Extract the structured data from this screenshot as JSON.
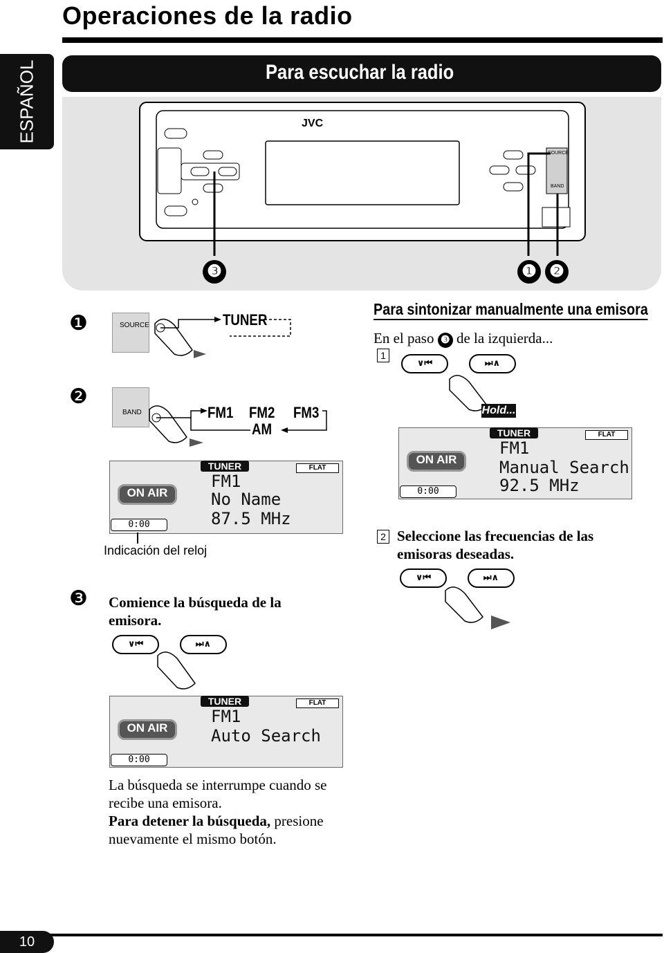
{
  "page_title": "Operaciones de la radio",
  "language_tab": "ESPAÑOL",
  "section_title": "Para escuchar la radio",
  "unit": {
    "brand": "JVC",
    "source_key": "SOURCE",
    "band_key": "BAND",
    "callouts": [
      "❸",
      "❶",
      "❷"
    ]
  },
  "steps": {
    "step1": {
      "number": "❶",
      "key": "SOURCE",
      "sequence": "TUNER"
    },
    "step2": {
      "number": "❷",
      "key": "BAND",
      "seq_fm1": "FM1",
      "seq_fm2": "FM2",
      "seq_fm3": "FM3",
      "seq_am": "AM",
      "lcd": {
        "tuner": "TUNER",
        "flat": "FLAT",
        "onair": "ON AIR",
        "clock": "0:00",
        "line1": "FM1",
        "line2": "No Name",
        "line3": "87.5 MHz"
      },
      "clock_caption": "Indicación del reloj"
    },
    "step3": {
      "number": "❸",
      "text": "Comience la búsqueda de la emisora.",
      "lcd": {
        "tuner": "TUNER",
        "flat": "FLAT",
        "onair": "ON AIR",
        "clock": "0:00",
        "line1": "FM1",
        "line2": "Auto Search"
      },
      "note1": "La búsqueda se interrumpe cuando se recibe una emisora.",
      "note2_bold": "Para detener la búsqueda,",
      "note2_rest": " presione nuevamente el mismo botón."
    }
  },
  "manual": {
    "heading": "Para sintonizar manualmente una emisora",
    "intro_pre": "En el paso ",
    "intro_step": "❸",
    "intro_post": " de la izquierda...",
    "sub1": "1",
    "hold": "Hold...",
    "lcd": {
      "tuner": "TUNER",
      "flat": "FLAT",
      "onair": "ON AIR",
      "clock": "0:00",
      "line1": "FM1",
      "line2": "Manual Search",
      "line3": "92.5 MHz"
    },
    "sub2": "2",
    "sub2_text": "Seleccione las frecuencias de las emisoras deseadas."
  },
  "buttons": {
    "down": "∨⏮",
    "up": "⏭∧"
  },
  "page_number": "10"
}
